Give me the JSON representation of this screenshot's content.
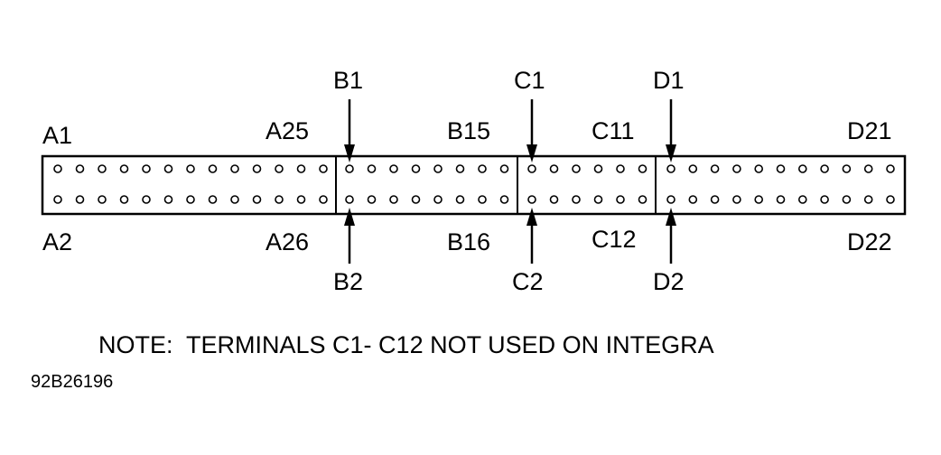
{
  "labels": {
    "a_top_left": "A1",
    "a_top_right": "A25",
    "a_bottom_left": "A2",
    "a_bottom_right": "A26",
    "b_top_arrow": "B1",
    "b_top_end": "B15",
    "b_bottom_arrow": "B2",
    "b_bottom_end": "B16",
    "c_top_arrow": "C1",
    "c_top_end": "C11",
    "c_bottom_arrow": "C2",
    "c_bottom_end": "C12",
    "d_top_arrow": "D1",
    "d_top_end": "D21",
    "d_bottom_arrow": "D2",
    "d_bottom_end": "D22"
  },
  "note": "NOTE:  TERMINALS C1- C12 NOT USED ON INTEGRA",
  "figure_code": "92B26196",
  "sections": [
    {
      "id": "A",
      "pins_per_row": 13
    },
    {
      "id": "B",
      "pins_per_row": 8
    },
    {
      "id": "C",
      "pins_per_row": 6
    },
    {
      "id": "D",
      "pins_per_row": 11
    }
  ]
}
